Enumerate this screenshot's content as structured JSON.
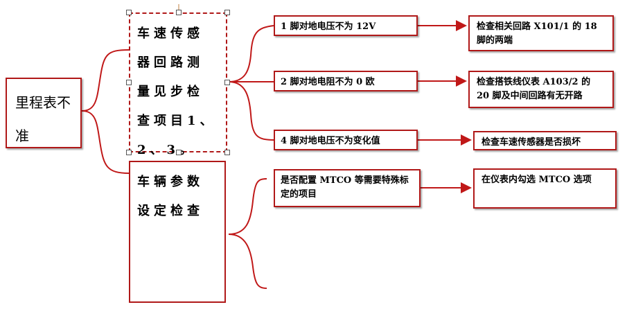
{
  "root": {
    "label": "里程表不准"
  },
  "branches": [
    {
      "label": "车速传感器回路测量见步检查项目1、2、3。",
      "checks": [
        {
          "label": "1 脚对地电压不为 12V",
          "action": "检查相关回路 X101/1 的 18 脚的两端"
        },
        {
          "label": "2 脚对地电阻不为 0 欧",
          "action": "检查搭铁线仪表 A103/2 的 20 脚及中间回路有无开路"
        },
        {
          "label": "4 脚对地电压不为变化值",
          "action": "检查车速传感器是否损坏"
        }
      ]
    },
    {
      "label": "车辆参数设定检查",
      "checks": [
        {
          "label": "是否配置 MTCO 等需要特殊标定的项目",
          "action": "在仪表内勾选 MTCO 选项"
        }
      ]
    }
  ],
  "colors": {
    "border": "#b01818",
    "arrow": "#c01818"
  }
}
